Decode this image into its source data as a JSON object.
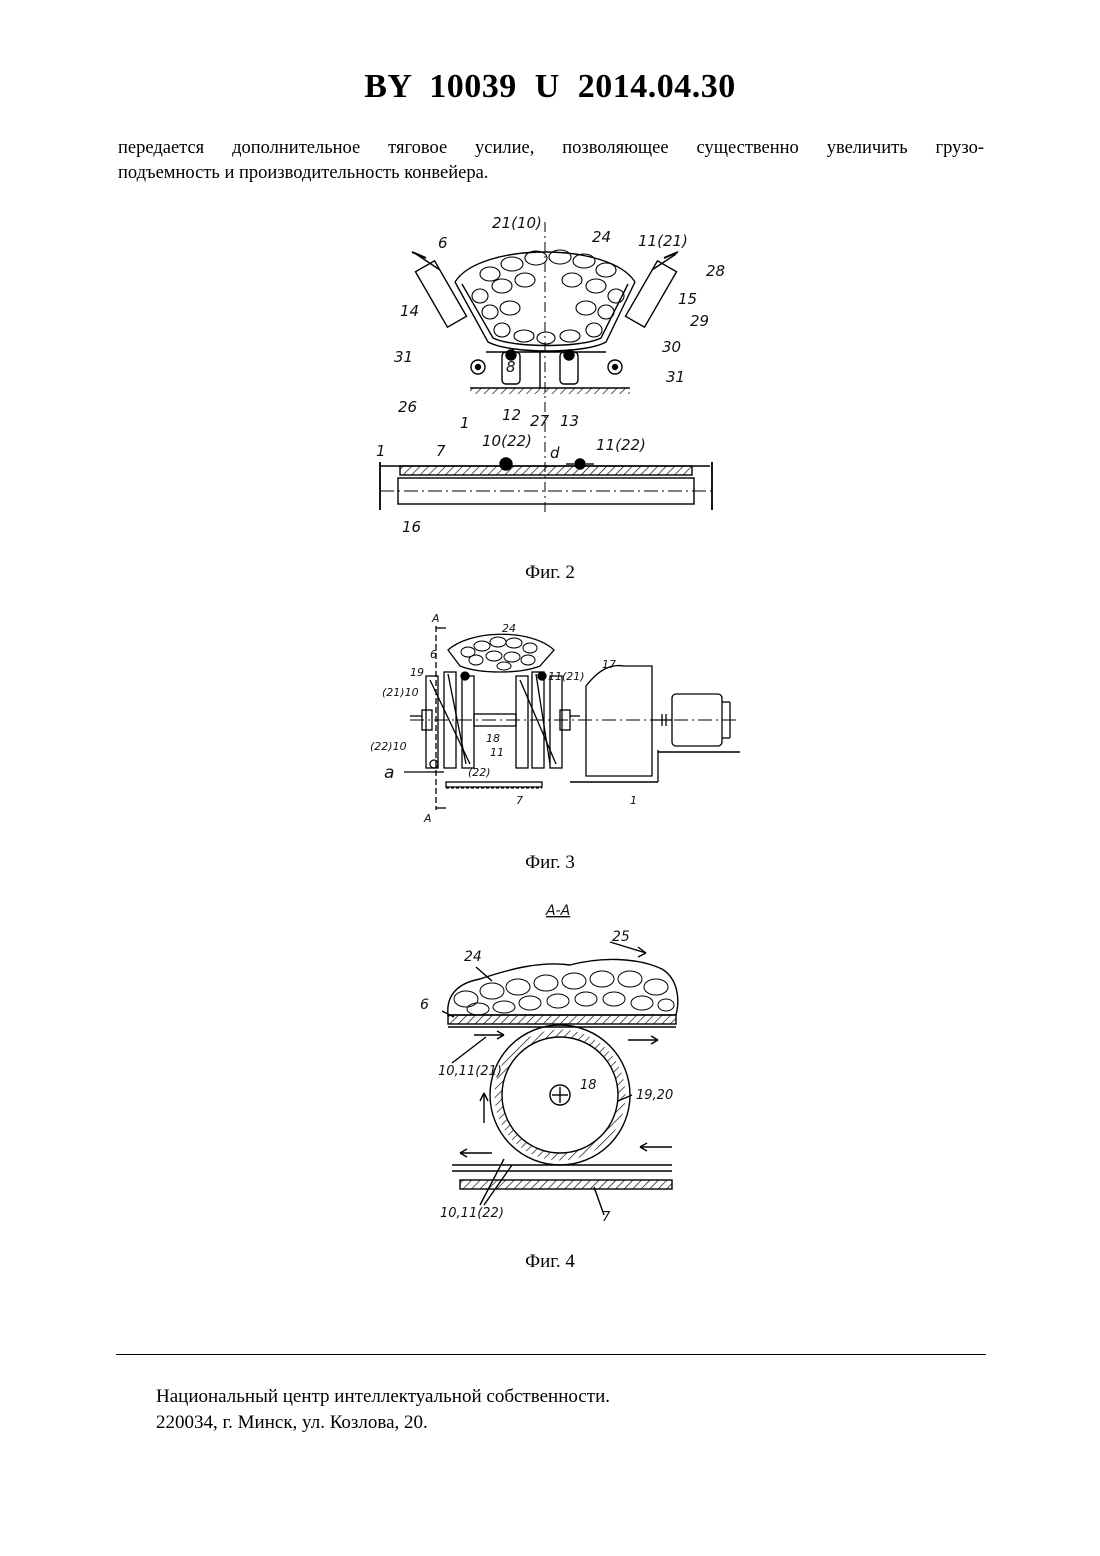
{
  "header": "BY  10039  U  2014.04.30",
  "paragraph": {
    "line1": "передается дополнительное тяговое усилие, позволяющее существенно увеличить грузо-",
    "line2": "подъемность и производительность конвейера."
  },
  "figures": [
    {
      "caption": "Фиг. 2",
      "labels": {
        "l21_10": "21(10)",
        "l24": "24",
        "l11_21": "11(21)",
        "l6": "6",
        "l28": "28",
        "l14": "14",
        "l15": "15",
        "l29": "29",
        "l30": "30",
        "l31a": "31",
        "l31b": "31",
        "l26": "26",
        "l1": "1",
        "l12": "12",
        "l27": "27",
        "l13": "13",
        "l8": "8",
        "l1b": "1",
        "l7": "7",
        "l10_22": "10(22)",
        "ld": "d",
        "l11_22": "11(22)",
        "l16": "16"
      }
    },
    {
      "caption": "Фиг. 3",
      "labels": {
        "lA1": "A",
        "l24": "24",
        "l6": "6",
        "l17": "17",
        "l19": "19",
        "l21_10": "(21)10",
        "l11_21": "11(21)",
        "l22_10": "(22)10",
        "l18": "18",
        "l11": "11",
        "la": "a",
        "l22": "(22)",
        "l7": "7",
        "l1": "1",
        "lA2": "A"
      }
    },
    {
      "caption": "Фиг. 4",
      "labels": {
        "lAA": "A-A",
        "l25": "25",
        "l24": "24",
        "l6": "6",
        "l10_11_21": "10,11(21)",
        "l18": "18",
        "l19_20": "19,20",
        "l10_11_22": "10,11(22)",
        "l7": "7"
      }
    }
  ],
  "footer": {
    "line1": "Национальный центр интеллектуальной собственности.",
    "line2": "220034, г. Минск, ул. Козлова, 20."
  }
}
